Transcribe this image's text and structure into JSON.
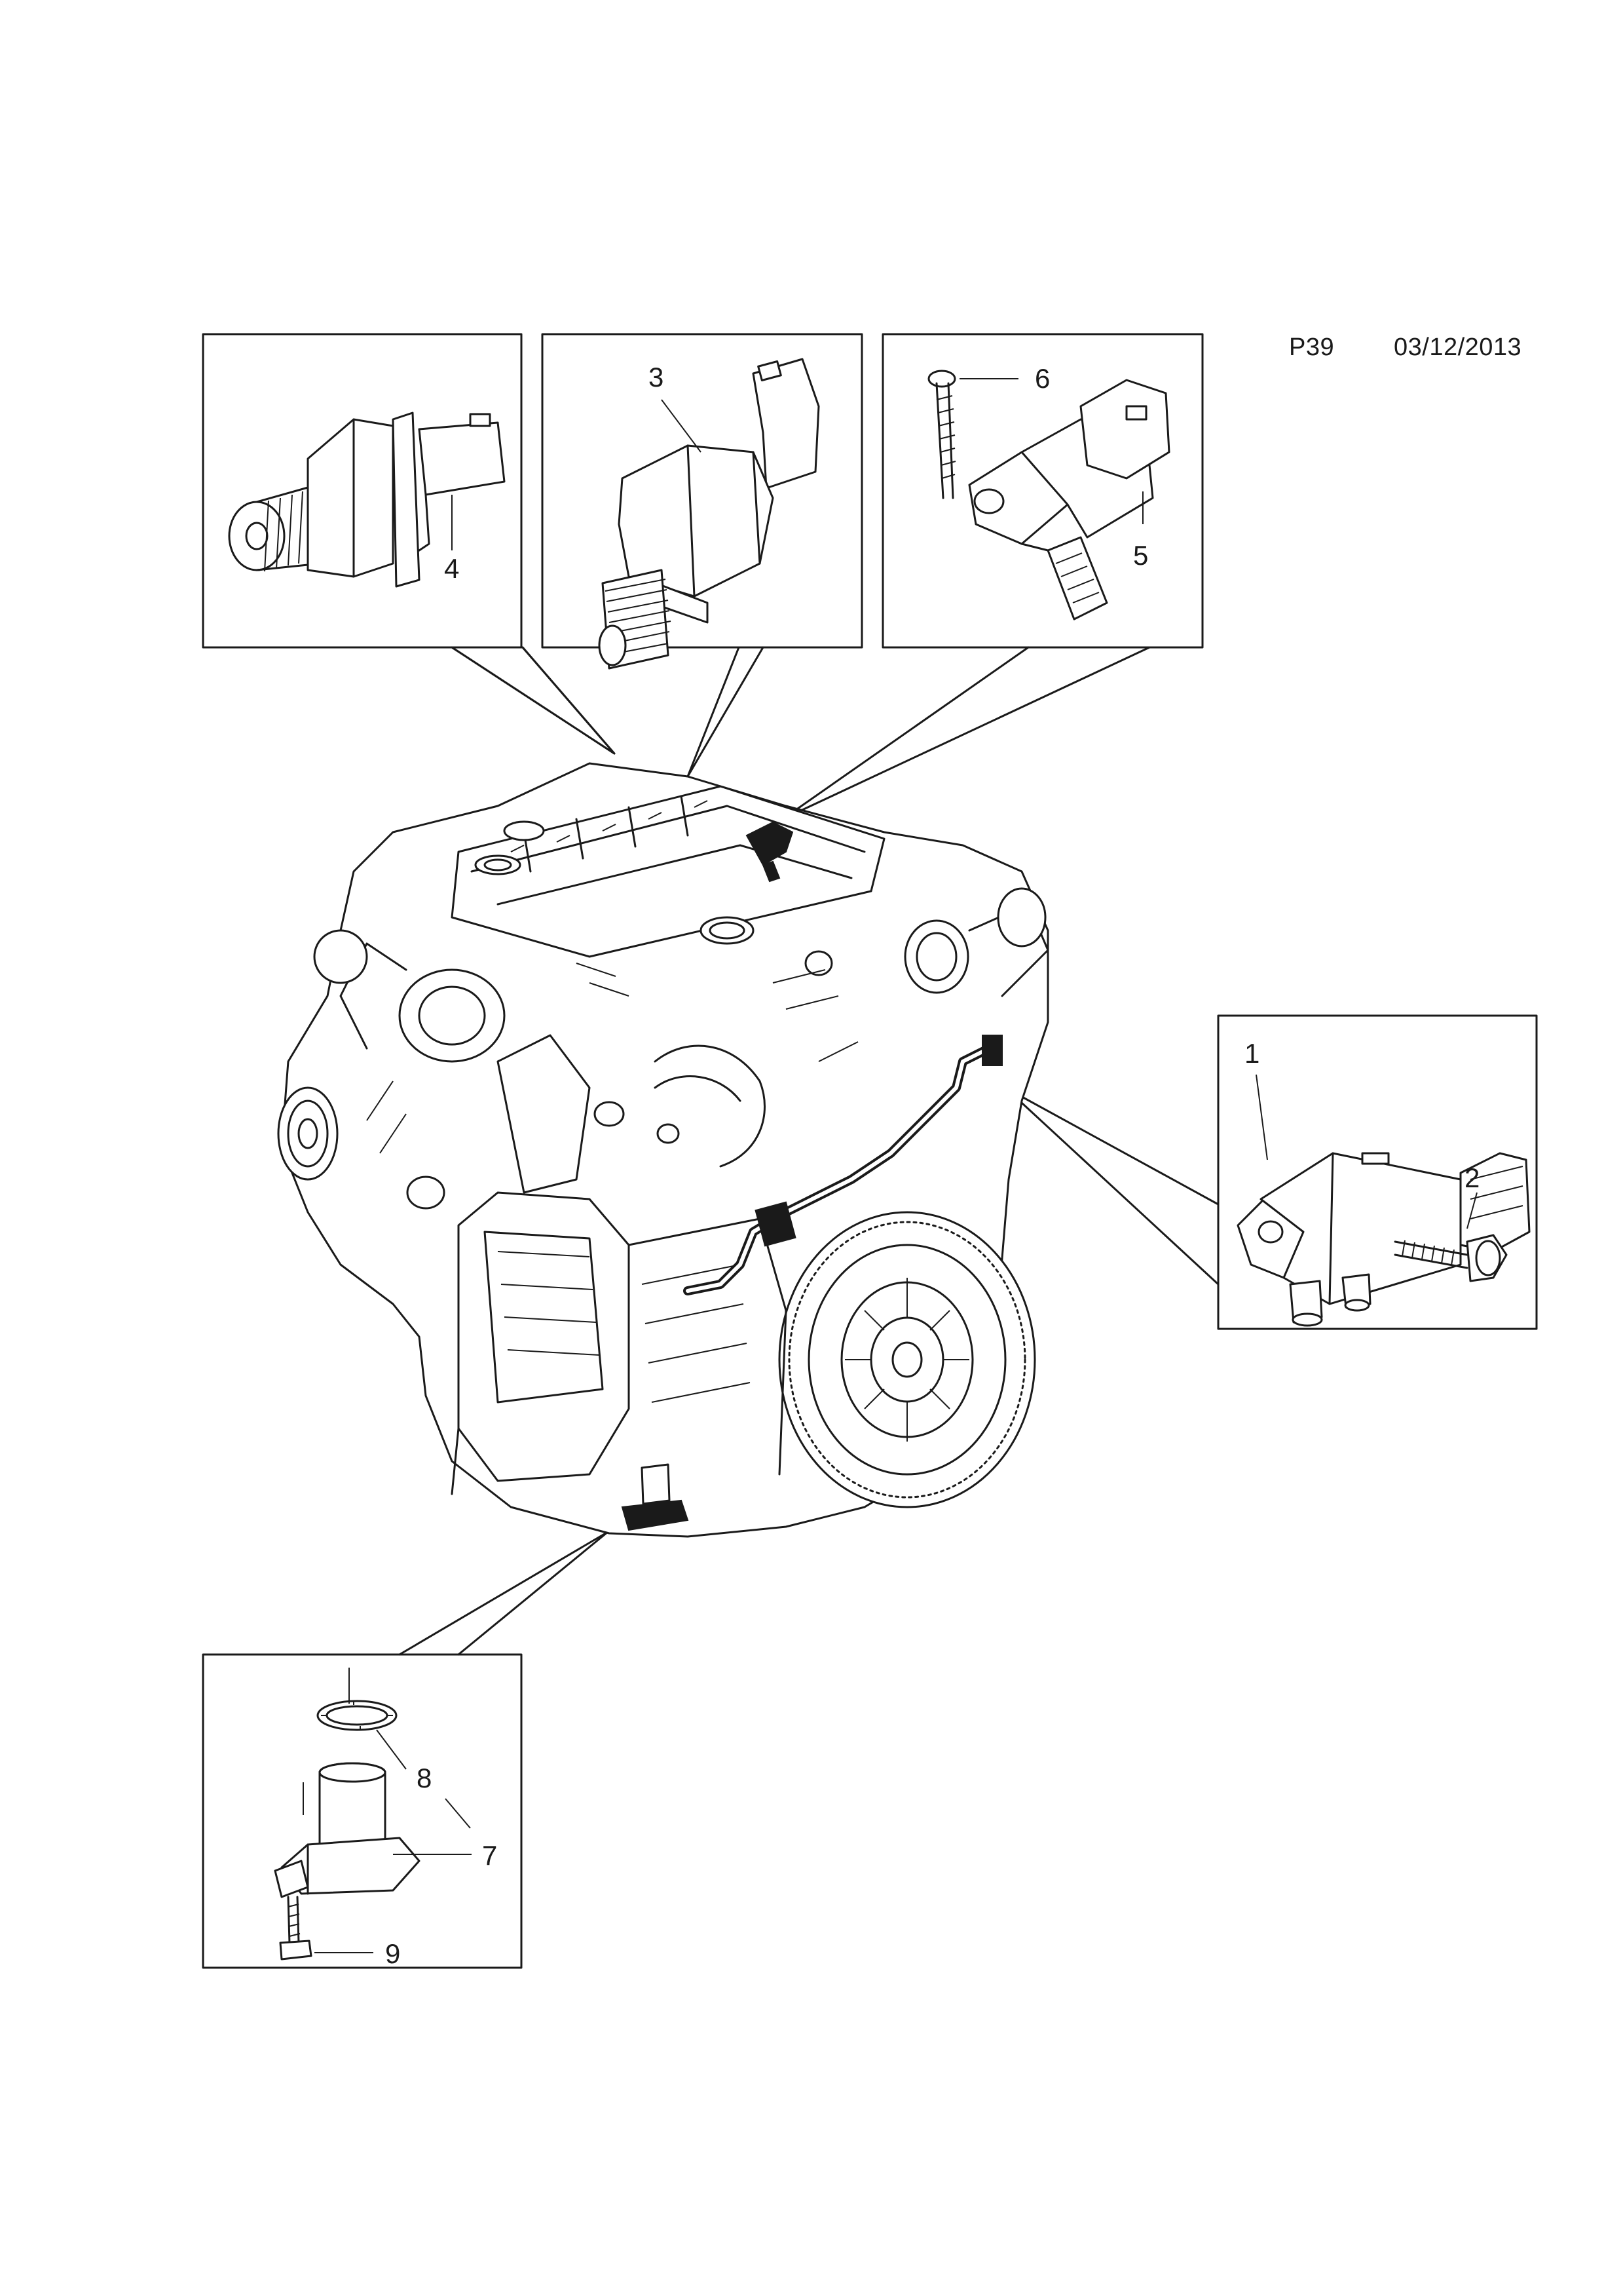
{
  "header": {
    "ref": "P39",
    "date": "03/12/2013"
  },
  "callouts": [
    "1",
    "2",
    "3",
    "4",
    "5",
    "6",
    "7",
    "8",
    "9"
  ],
  "icons": {
    "engine": "engine-assembly-drawing",
    "p4": "oil-pressure-switch",
    "p3": "pressure-switch",
    "p5": "pressure-sensor",
    "p6": "screw",
    "p1": "differential-pressure-sensor",
    "p2": "bolt",
    "p7": "sensor",
    "p8": "seal-ring",
    "p9": "bolt"
  },
  "colors": {
    "line": "#1a1a1a",
    "background": "#ffffff"
  }
}
